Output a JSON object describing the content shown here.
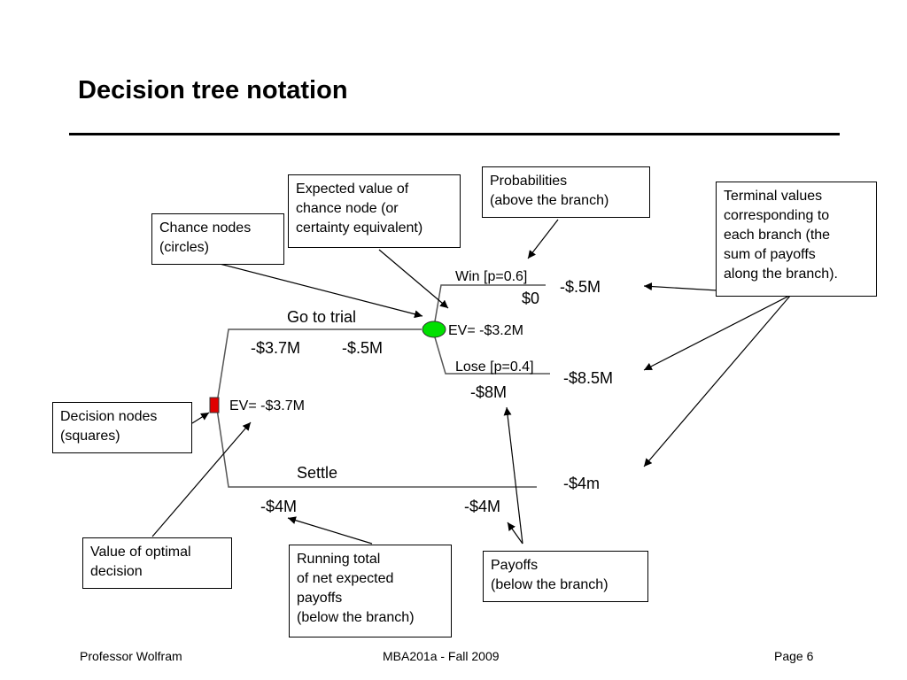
{
  "slide": {
    "title": "Decision tree notation"
  },
  "tree": {
    "branch_go": "Go to trial",
    "branch_settle": "Settle",
    "win_label": "Win [p=0.6]",
    "lose_label": "Lose [p=0.4]",
    "win_payoff": "$0",
    "lose_payoff": "-$8M",
    "go_running": "-$3.7M",
    "go_payoff": "-$.5M",
    "settle_running": "-$4M",
    "settle_payoff": "-$4M",
    "chance_ev": "EV= -$3.2M",
    "decision_ev": "EV= -$3.7M",
    "terminal_win": "-$.5M",
    "terminal_lose": "-$8.5M",
    "terminal_settle": "-$4m"
  },
  "callouts": {
    "chance_nodes": [
      "Chance nodes",
      "(circles)"
    ],
    "expected_value": [
      "Expected value of",
      "chance node (or",
      "certainty equivalent)"
    ],
    "probabilities": [
      "Probabilities",
      "(above the branch)"
    ],
    "terminal_values": [
      "Terminal values",
      "corresponding to",
      "each branch (the",
      "sum of payoffs",
      "along the branch)."
    ],
    "decision_nodes": [
      "Decision nodes",
      "(squares)"
    ],
    "optimal_value": [
      "Value of optimal",
      "decision"
    ],
    "running_total": [
      "Running total",
      "of net expected",
      "payoffs",
      "(below the branch)"
    ],
    "payoffs": [
      "Payoffs",
      "(below the branch)"
    ]
  },
  "colors": {
    "chance_node": "#00e000",
    "decision_node": "#e00000"
  },
  "footer": {
    "left": "Professor Wolfram",
    "center": "MBA201a - Fall 2009",
    "right": "Page 6"
  }
}
